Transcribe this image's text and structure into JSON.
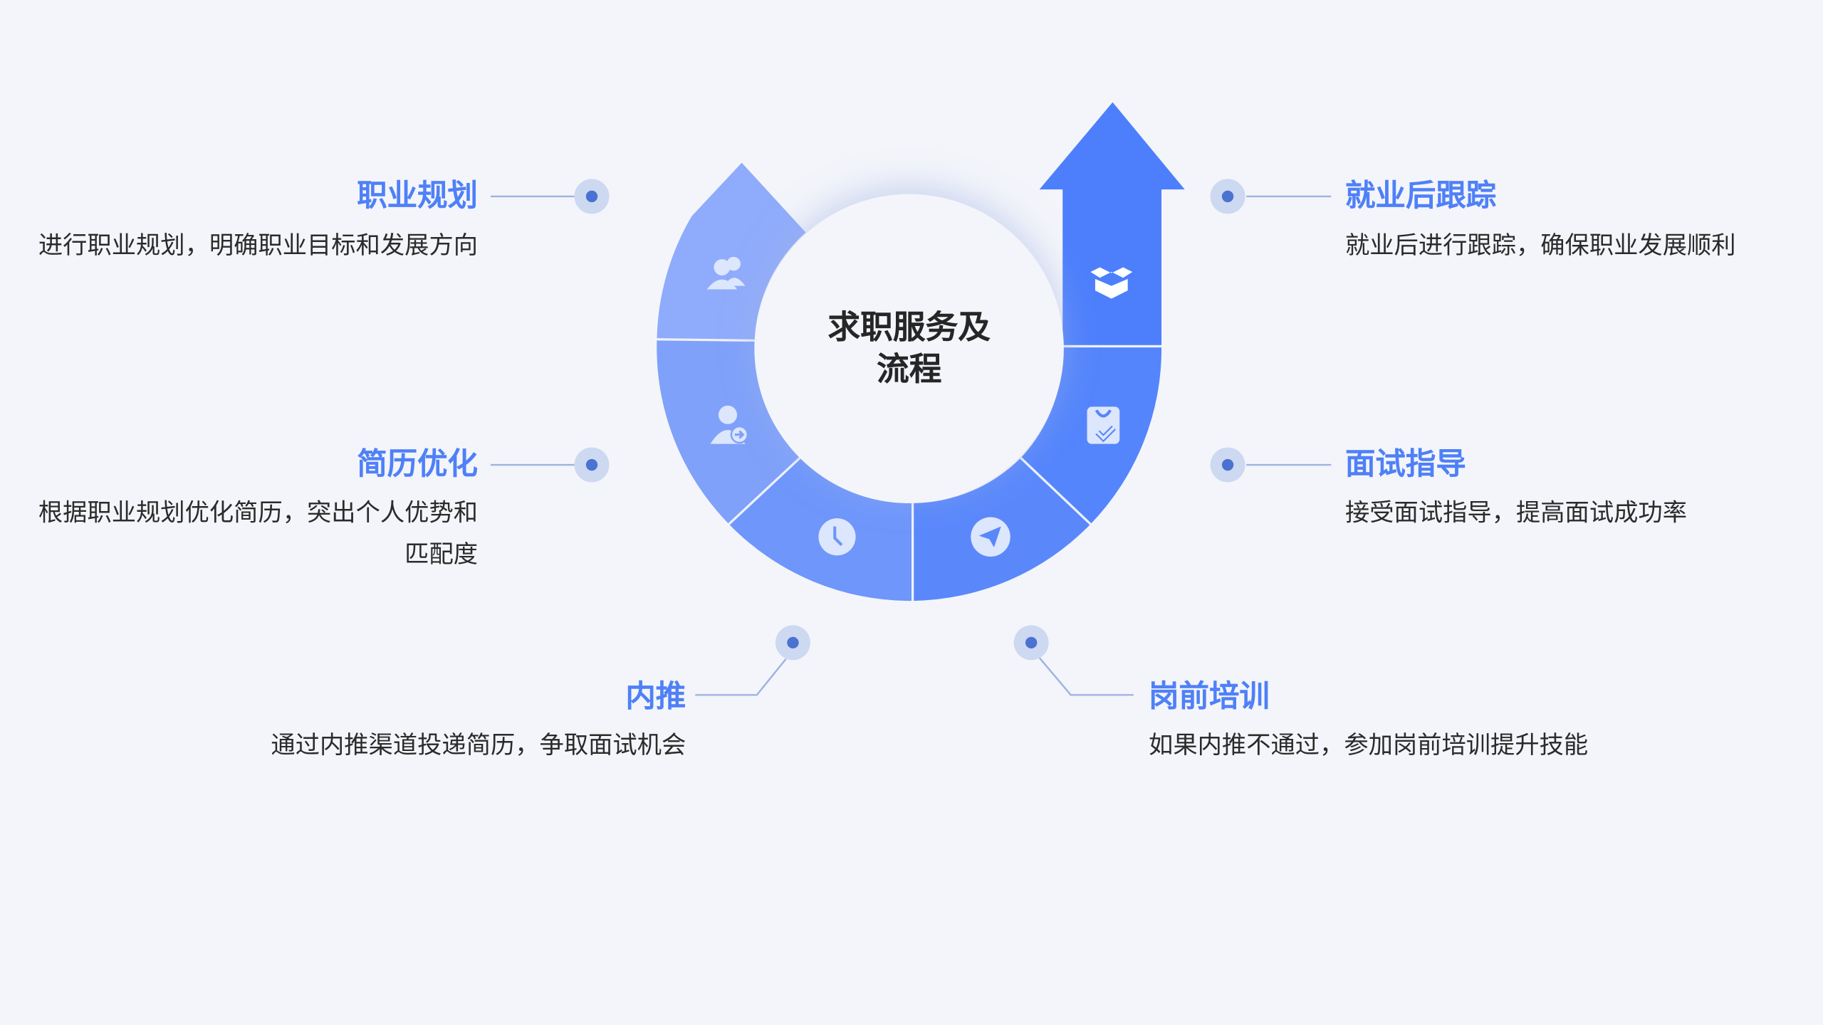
{
  "center": {
    "title_line1": "求职服务及",
    "title_line2": "流程"
  },
  "steps": [
    {
      "title": "职业规划",
      "desc": "进行职业规划，明确职业目标和发展方向",
      "icon": "users-icon"
    },
    {
      "title": "简历优化",
      "desc": "根据职业规划优化简历，突出个人优势和匹配度",
      "icon": "user-arrow-icon"
    },
    {
      "title": "内推",
      "desc": "通过内推渠道投递简历，争取面试机会",
      "icon": "clock-icon"
    },
    {
      "title": "岗前培训",
      "desc": "如果内推不通过，参加岗前培训提升技能",
      "icon": "paper-plane-icon"
    },
    {
      "title": "面试指导",
      "desc": "接受面试指导，提高面试成功率",
      "icon": "bag-check-icon"
    },
    {
      "title": "就业后跟踪",
      "desc": "就业后进行跟踪，确保职业发展顺利",
      "icon": "open-box-icon"
    }
  ],
  "colors": {
    "accent": "#4f80f7",
    "seg1": "#8fabfb",
    "seg2": "#7fa1fa",
    "seg3": "#6e96fb",
    "seg4": "#5a88fb",
    "seg5": "#5485fc",
    "arrow": "#4d7ffc"
  }
}
